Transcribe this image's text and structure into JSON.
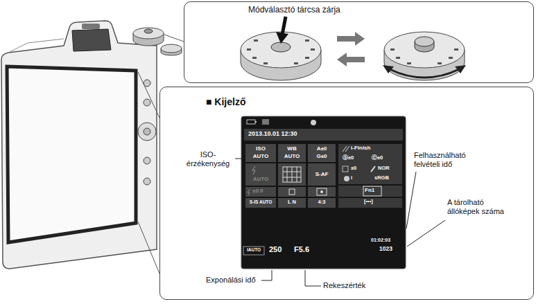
{
  "diagram": {
    "nodes": [
      {
        "text": [
          "Módválasztó tárcsa zárja"
        ]
      },
      {
        "text": [
          "■ Kijelző"
        ]
      },
      {
        "text": [
          "2013.10.01 12:30",
          "ISO",
          "AUTO",
          "WB",
          "AUTO",
          "A±0",
          "G±0",
          "i-Finish",
          "Ⓢ±0",
          "Ⓒ±0",
          "±0",
          "NOR",
          "i",
          "sRGB",
          "AUTO",
          "S-AF",
          "±0.0",
          "S-IS AUTO",
          "L N",
          "4:3",
          "Fn1",
          "[•••]",
          "iAUTO",
          "250",
          "F5.6",
          "01:02:03",
          "1023"
        ],
        "in": 1
      }
    ],
    "edges": [],
    "labels": [
      "ISO-érzékenység",
      "Felhasználható felvételi idő",
      "A tárolható állóképek száma",
      "Exponálási idő",
      "Rekeszérték"
    ]
  }
}
